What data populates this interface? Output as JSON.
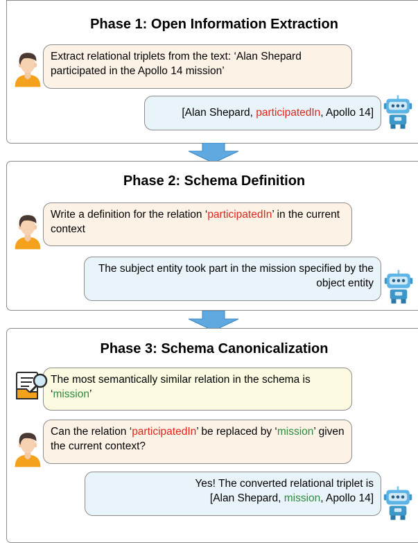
{
  "phase1": {
    "title": "Phase 1: Open Information Extraction",
    "human_msg": "Extract relational triplets from the text: ‘Alan Shepard participated in the Apollo 14 mission’",
    "robot_pre": "[Alan Shepard, ",
    "robot_rel": "participatedIn",
    "robot_post": ", Apollo 14]"
  },
  "phase2": {
    "title": "Phase 2: Schema Definition",
    "human_pre": "Write a definition for the relation ‘",
    "human_rel": "participatedIn",
    "human_post": "’ in the current context",
    "robot_msg": "The subject entity took part in the mission specified by the object entity"
  },
  "phase3": {
    "title": "Phase 3: Schema Canonicalization",
    "doc_pre": "The most semantically similar relation in the schema is ‘",
    "doc_rel": "mission",
    "doc_post": "’",
    "human_pre": "Can the relation ‘",
    "human_rel1": "participatedIn",
    "human_mid": "’ be replaced by ‘",
    "human_rel2": "mission",
    "human_post": "’ given the current context?",
    "robot_line1": "Yes! The converted relational triplet is",
    "robot_pre": "[Alan Shepard, ",
    "robot_rel": "mission",
    "robot_post": ", Apollo 14]"
  },
  "colors": {
    "relation_red": "#e0251c",
    "relation_green": "#2e8b3e",
    "arrow": "#5fa9e0"
  },
  "icons": [
    "person-icon",
    "robot-icon",
    "document-search-icon",
    "down-arrow-icon"
  ]
}
